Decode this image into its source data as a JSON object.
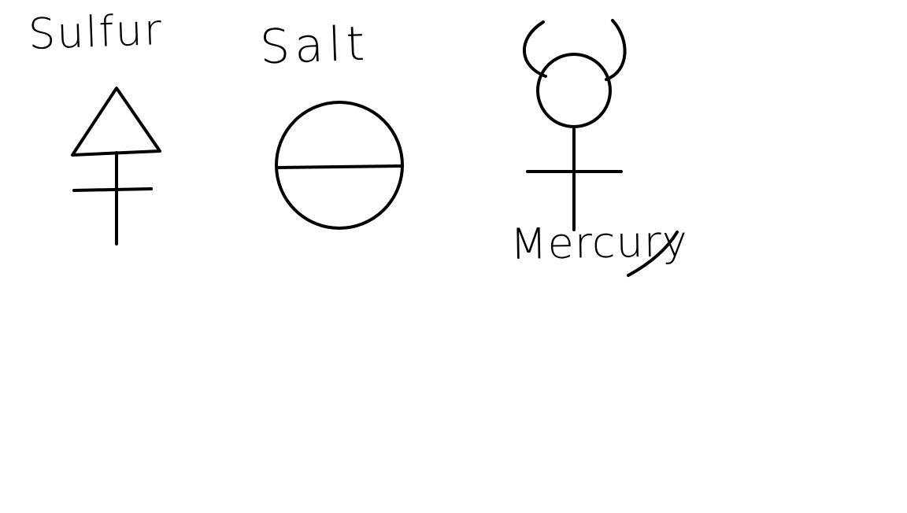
{
  "stroke_color": "#000000",
  "background_color": "#ffffff",
  "symbols": [
    {
      "id": "sulfur",
      "label": "Sulfur",
      "icon": "alchemical-sulfur-icon"
    },
    {
      "id": "salt",
      "label": "Salt",
      "icon": "alchemical-salt-icon"
    },
    {
      "id": "mercury",
      "label": "Mercury",
      "icon": "alchemical-mercury-icon"
    }
  ]
}
